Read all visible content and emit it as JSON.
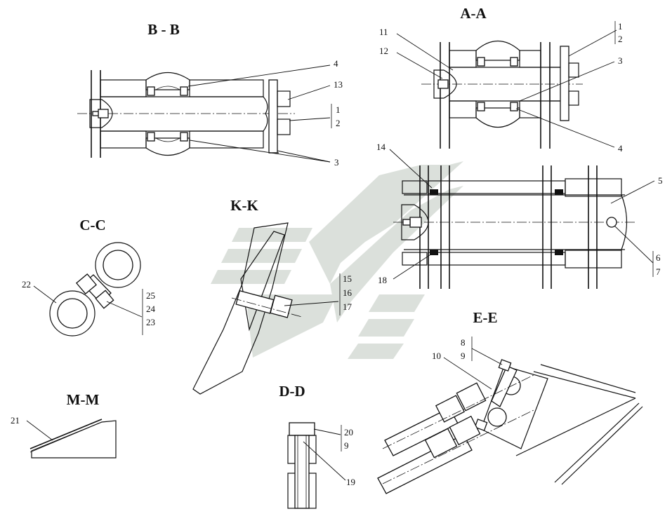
{
  "sections": {
    "bb": "B - B",
    "aa": "A-A",
    "cc": "C-C",
    "kk": "K-K",
    "mm": "M-M",
    "dd": "D-D",
    "ee": "E-E"
  },
  "callouts": {
    "c1a": "1",
    "c2a": "2",
    "c3a": "3",
    "c4a": "4",
    "c11": "11",
    "c12": "12",
    "c4b": "4",
    "c13": "13",
    "c1b": "1",
    "c2b": "2",
    "c3b": "3",
    "c14": "14",
    "c5": "5",
    "c6": "6",
    "c7": "7",
    "c18": "18",
    "c22": "22",
    "c25": "25",
    "c24": "24",
    "c23": "23",
    "c15": "15",
    "c16": "16",
    "c17": "17",
    "c8": "8",
    "c9a": "9",
    "c10": "10",
    "c21": "21",
    "c20": "20",
    "c9b": "9",
    "c19": "19"
  },
  "colors": {
    "ink": "#111111",
    "watermark": "#cfd6cf",
    "paper": "#ffffff"
  },
  "watermark_icon": "factory-logo-watermark"
}
